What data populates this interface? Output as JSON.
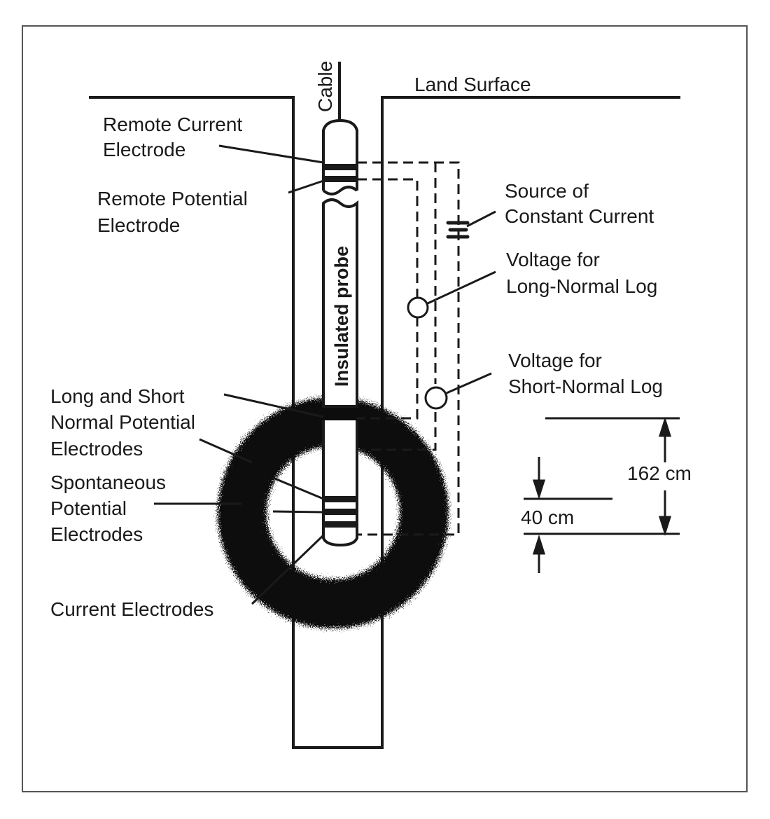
{
  "labels": {
    "cable": "Cable",
    "land_surface": "Land Surface",
    "remote_current_1": "Remote Current",
    "remote_current_2": "Electrode",
    "remote_potential_1": "Remote Potential",
    "remote_potential_2": "Electrode",
    "source_1": "Source of",
    "source_2": "Constant Current",
    "voltage_long_1": "Voltage for",
    "voltage_long_2": "Long-Normal Log",
    "voltage_short_1": "Voltage for",
    "voltage_short_2": "Short-Normal Log",
    "insulated_probe": "Insulated probe",
    "long_short_1": "Long and Short",
    "long_short_2": "Normal Potential",
    "long_short_3": "Electrodes",
    "spontaneous_1": "Spontaneous",
    "spontaneous_2": "Potential",
    "spontaneous_3": "Electrodes",
    "current_electrodes": "Current Electrodes",
    "dim_162": "162 cm",
    "dim_40": "40 cm"
  },
  "colors": {
    "ink": "#1a1a1a",
    "frame": "#555555",
    "background": "#ffffff"
  }
}
